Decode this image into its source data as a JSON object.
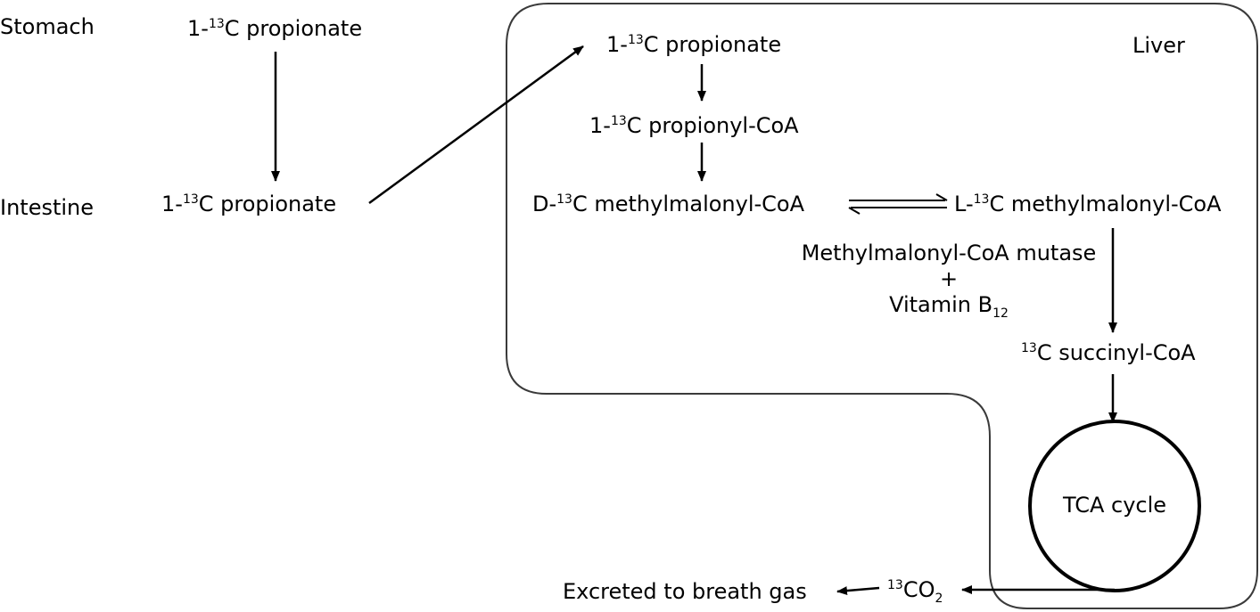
{
  "organs": {
    "stomach": "Stomach",
    "intestine": "Intestine",
    "liver": "Liver"
  },
  "compounds": {
    "stomach_propionate": {
      "pre": "1-",
      "iso": "13",
      "post": "C propionate"
    },
    "intestine_propionate": {
      "pre": "1-",
      "iso": "13",
      "post": "C propionate"
    },
    "liver_propionate": {
      "pre": "1-",
      "iso": "13",
      "post": "C propionate"
    },
    "propionyl_coa": {
      "pre": "1-",
      "iso": "13",
      "post": "C propionyl-CoA"
    },
    "d_methylmalonyl_coa": {
      "pre": "D-",
      "iso": "13",
      "post": "C methylmalonyl-CoA"
    },
    "l_methylmalonyl_coa": {
      "pre": "L-",
      "iso": "13",
      "post": "C methylmalonyl-CoA"
    },
    "succinyl_coa": {
      "iso": "13",
      "post": "C succinyl-CoA"
    },
    "co2": {
      "iso": "13",
      "main": "CO",
      "sub": "2"
    }
  },
  "enzyme": {
    "name": "Methylmalonyl-CoA mutase",
    "plus": "+",
    "cofactor": "Vitamin B",
    "cofactor_sub": "12"
  },
  "cycle": {
    "label": "TCA cycle"
  },
  "output": {
    "excreted": "Excreted to breath gas"
  },
  "colors": {
    "stroke": "#000000",
    "liver_outline": "#3a3a3a",
    "text": "#000000",
    "background": "#ffffff"
  }
}
